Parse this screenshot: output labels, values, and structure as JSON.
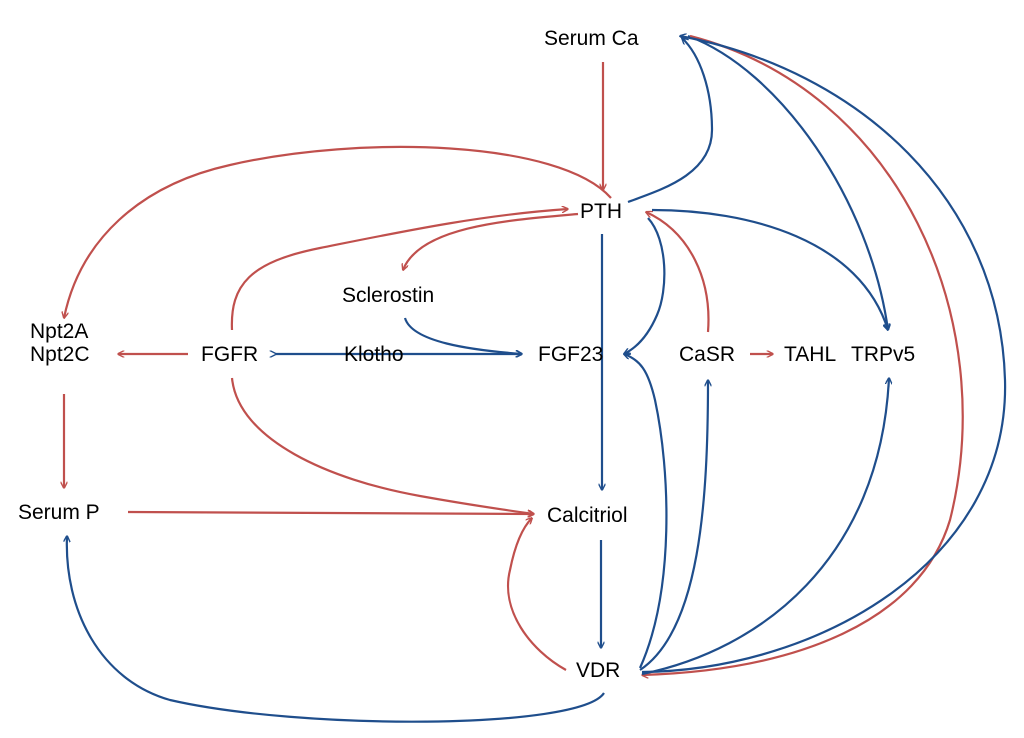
{
  "nodes": {
    "serum_ca": "Serum Ca",
    "pth": "PTH",
    "sclerostin": "Sclerostin",
    "npt2a": "Npt2A",
    "npt2c": "Npt2C",
    "fgfr": "FGFR",
    "klotho": "Klotho",
    "fgf23": "FGF23",
    "casr": "CaSR",
    "tahl": "TAHL",
    "trpv5": "TRPv5",
    "serum_p": "Serum P",
    "calcitriol": "Calcitriol",
    "vdr": "VDR"
  },
  "colors": {
    "red": "#C0504D",
    "blue": "#1F4E8C"
  },
  "edges": [
    {
      "from": "Serum Ca",
      "to": "PTH",
      "color": "red"
    },
    {
      "from": "PTH",
      "to": "Npt2A / Npt2C",
      "color": "red"
    },
    {
      "from": "FGFR",
      "to": "PTH",
      "color": "red"
    },
    {
      "from": "PTH",
      "to": "Sclerostin",
      "color": "red"
    },
    {
      "from": "Sclerostin",
      "to": "FGF23",
      "color": "blue"
    },
    {
      "from": "FGFR",
      "to": "Npt2A / Npt2C",
      "color": "red"
    },
    {
      "from": "Klotho",
      "to": "FGFR / FGF23",
      "color": "blue"
    },
    {
      "from": "FGFR",
      "to": "Calcitriol",
      "color": "red"
    },
    {
      "from": "Npt2A / Npt2C",
      "to": "Serum P",
      "color": "red"
    },
    {
      "from": "Serum P",
      "to": "Calcitriol",
      "color": "red"
    },
    {
      "from": "PTH",
      "to": "Calcitriol",
      "color": "blue"
    },
    {
      "from": "Calcitriol",
      "to": "VDR",
      "color": "blue"
    },
    {
      "from": "VDR",
      "to": "Calcitriol",
      "color": "red"
    },
    {
      "from": "VDR",
      "to": "Serum P",
      "color": "blue"
    },
    {
      "from": "PTH",
      "to": "FGF23",
      "color": "blue"
    },
    {
      "from": "CaSR",
      "to": "PTH",
      "color": "red"
    },
    {
      "from": "CaSR",
      "to": "TAHL",
      "color": "red"
    },
    {
      "from": "PTH",
      "to": "Serum Ca",
      "color": "blue"
    },
    {
      "from": "PTH",
      "to": "TRPv5",
      "color": "blue"
    },
    {
      "from": "Serum Ca",
      "to": "TRPv5",
      "color": "blue"
    },
    {
      "from": "Serum Ca",
      "to": "VDR",
      "color": "red"
    },
    {
      "from": "VDR",
      "to": "Serum Ca",
      "color": "blue"
    },
    {
      "from": "VDR",
      "to": "FGF23",
      "color": "blue"
    },
    {
      "from": "VDR",
      "to": "CaSR",
      "color": "blue"
    },
    {
      "from": "VDR",
      "to": "TRPv5",
      "color": "blue"
    }
  ]
}
